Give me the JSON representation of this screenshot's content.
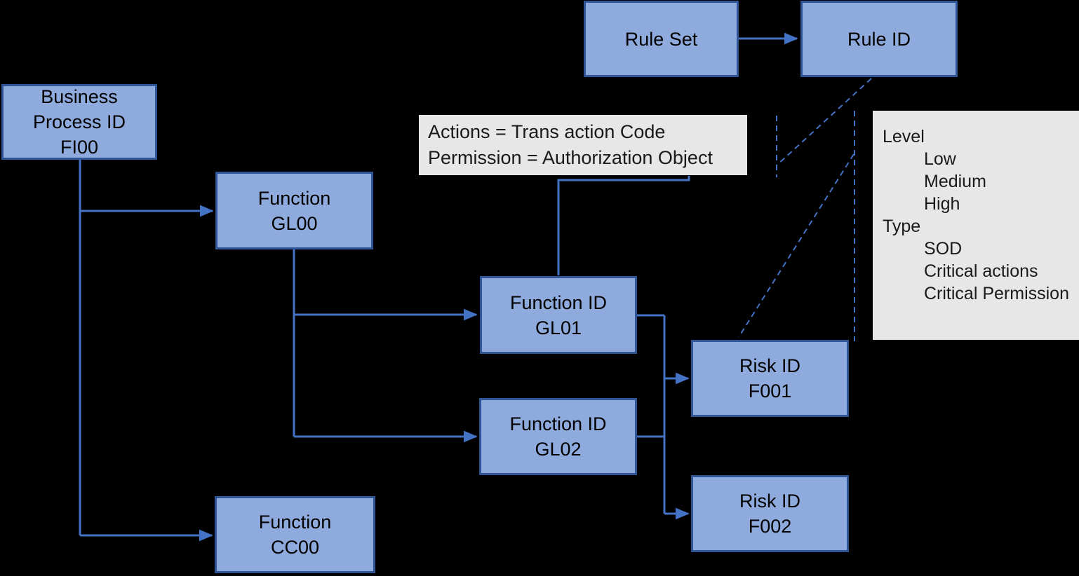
{
  "colors": {
    "background": "#000000",
    "node_fill": "#8FAADC",
    "node_border": "#2F5597",
    "connector": "#4472C4",
    "note_fill": "#E8E7E7",
    "text": "#000000"
  },
  "nodes": {
    "business_process": {
      "lines": [
        "Business",
        "Process ID",
        "FI00"
      ]
    },
    "function_gl00": {
      "lines": [
        "Function",
        "GL00"
      ]
    },
    "function_cc00": {
      "lines": [
        "Function",
        "CC00"
      ]
    },
    "function_id_gl01": {
      "lines": [
        "Function ID",
        "GL01"
      ]
    },
    "function_id_gl02": {
      "lines": [
        "Function ID",
        "GL02"
      ]
    },
    "risk_f001": {
      "lines": [
        "Risk ID",
        "F001"
      ]
    },
    "risk_f002": {
      "lines": [
        "Risk ID",
        "F002"
      ]
    },
    "rule_set": {
      "lines": [
        "Rule Set"
      ]
    },
    "rule_id": {
      "lines": [
        "Rule ID"
      ]
    }
  },
  "notes": {
    "actions": {
      "line1": "Actions = Trans action Code",
      "line2": "Permission = Authorization Object"
    },
    "legend": {
      "lines": [
        "Level",
        "Low",
        "Medium",
        "High",
        "Type",
        "SOD",
        "Critical actions",
        "Critical Permission"
      ]
    }
  }
}
